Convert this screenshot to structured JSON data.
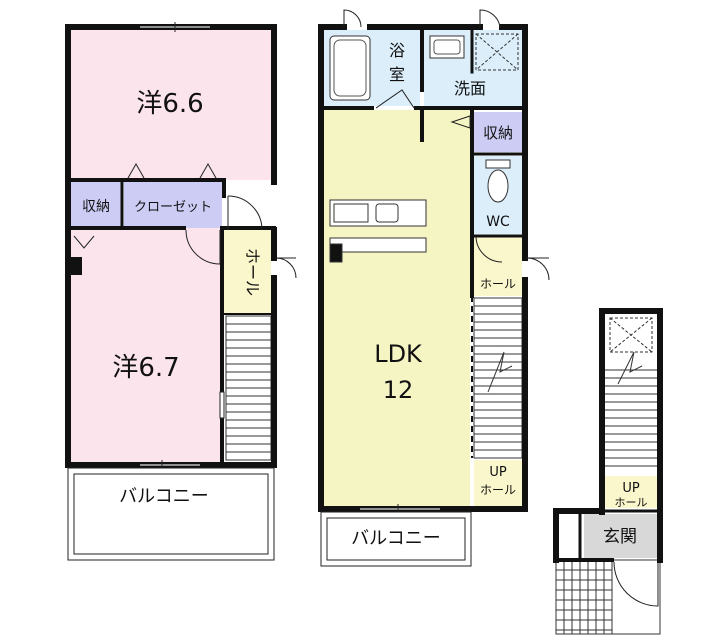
{
  "rooms": {
    "western_1": "洋6.6",
    "western_2": "洋6.7",
    "storage_left": "収納",
    "closet": "クローゼット",
    "hall_left": "ホール",
    "balcony_left": "バルコニー",
    "bath": "浴室",
    "washroom": "洗面",
    "storage_right": "収納",
    "wc": "WC",
    "ldk": "LDK",
    "ldk_size": "12",
    "hall_right": "ホール",
    "up_right": "UP",
    "hall_right_bottom": "ホール",
    "balcony_center": "バルコニー",
    "up_entry": "UP",
    "hall_entry": "ホール",
    "entrance": "玄関"
  },
  "colors": {
    "wall": "#111111",
    "western_room": "#fce4ec",
    "ldk": "#f5f5c4",
    "wet_area": "#dbeefa",
    "storage": "#ccccf5",
    "hall": "#fbf7cc",
    "entrance": "#d8d8d8",
    "stairs": "#ffffff"
  }
}
